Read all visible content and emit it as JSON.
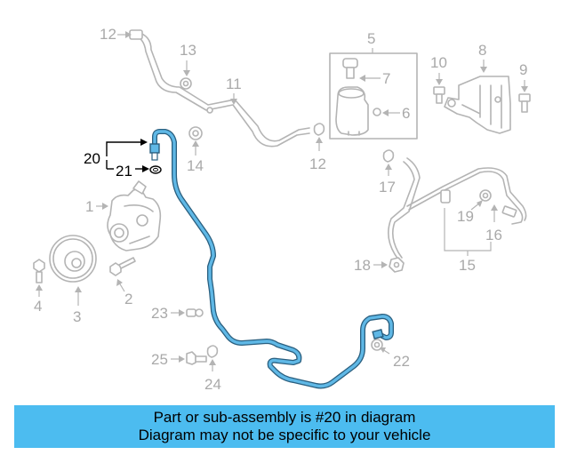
{
  "diagram": {
    "labels": {
      "p1": "1",
      "p2": "2",
      "p3": "3",
      "p4": "4",
      "p5": "5",
      "p6": "6",
      "p7": "7",
      "p8": "8",
      "p9": "9",
      "p10": "10",
      "p11": "11",
      "p12a": "12",
      "p12b": "12",
      "p13": "13",
      "p14": "14",
      "p15": "15",
      "p16": "16",
      "p17": "17",
      "p18": "18",
      "p19": "19",
      "p20": "20",
      "p21": "21",
      "p22": "22",
      "p23": "23",
      "p24": "24",
      "p25": "25"
    },
    "highlight_color": "#5fb8e6",
    "part_color": "#b4b4b4"
  },
  "footer": {
    "line1": "Part or sub-assembly is #20 in diagram",
    "line2": "Diagram may not be specific to your vehicle",
    "background": "#4cbcf0"
  }
}
